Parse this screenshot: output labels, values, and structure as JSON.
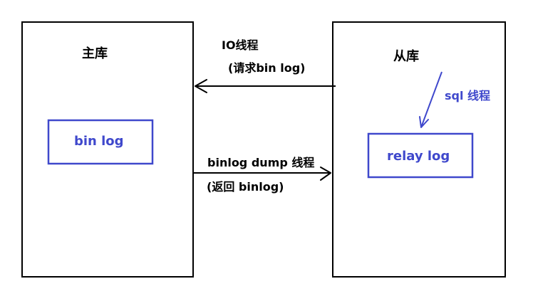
{
  "colors": {
    "border": "#000000",
    "accent": "#3f48cc",
    "background": "#ffffff"
  },
  "nodes": {
    "master": {
      "title": "主库",
      "inner": "bin log"
    },
    "slave": {
      "title": "从库",
      "inner": "relay log"
    }
  },
  "edges": {
    "io_thread": {
      "line1": "IO线程",
      "line2": "(请求bin log)"
    },
    "dump_thread": {
      "line1": "binlog dump 线程",
      "line2": "(返回 binlog)"
    },
    "sql_thread": {
      "label": "sql 线程"
    }
  }
}
